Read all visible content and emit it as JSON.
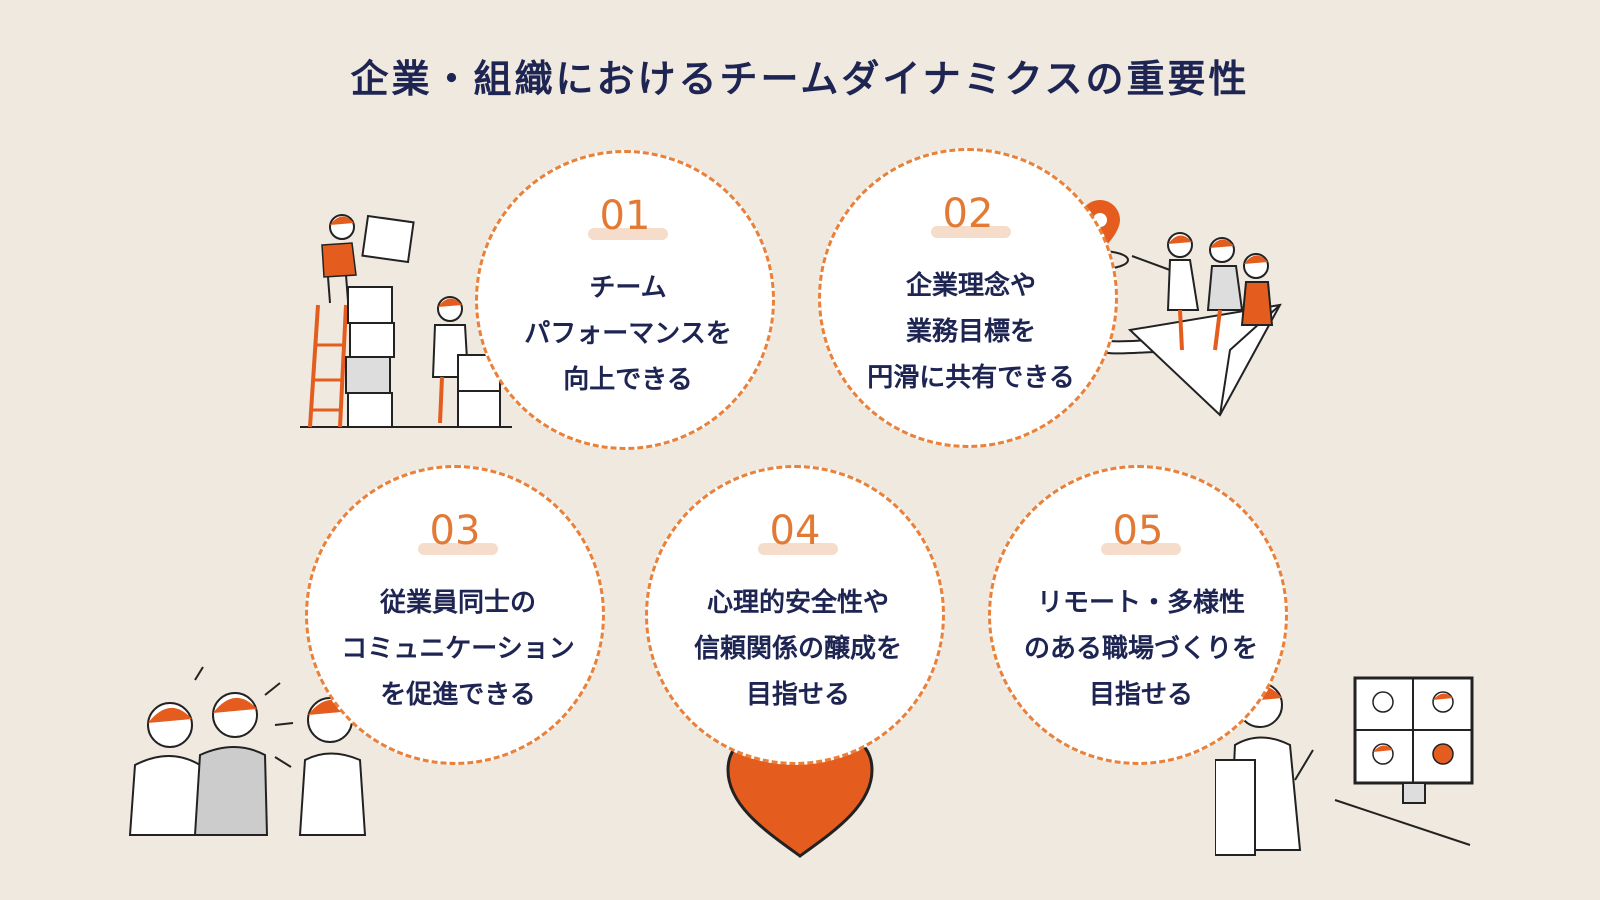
{
  "title": "企業・組織におけるチームダイナミクスの重要性",
  "items": [
    {
      "number": "01",
      "lines": [
        "チーム",
        "パフォーマンスを",
        "向上できる"
      ]
    },
    {
      "number": "02",
      "lines": [
        "企業理念や",
        "業務目標を",
        "円滑に共有できる"
      ]
    },
    {
      "number": "03",
      "lines": [
        "従業員同士の",
        "コミュニケーション",
        "を促進できる"
      ]
    },
    {
      "number": "04",
      "lines": [
        "心理的安全性や",
        "信頼関係の醸成を",
        "目指せる"
      ]
    },
    {
      "number": "05",
      "lines": [
        "リモート・多様性",
        "のある職場づくりを",
        "目指せる"
      ]
    }
  ],
  "colors": {
    "background": "#efe9df",
    "accent": "#e45d1f",
    "dash": "#e9813a",
    "text": "#1e2552"
  },
  "icons": [
    "ladder-boxes-illustration",
    "location-pin-icon",
    "paper-plane-team-illustration",
    "talking-people-illustration",
    "heart-icon",
    "remote-meeting-illustration"
  ]
}
